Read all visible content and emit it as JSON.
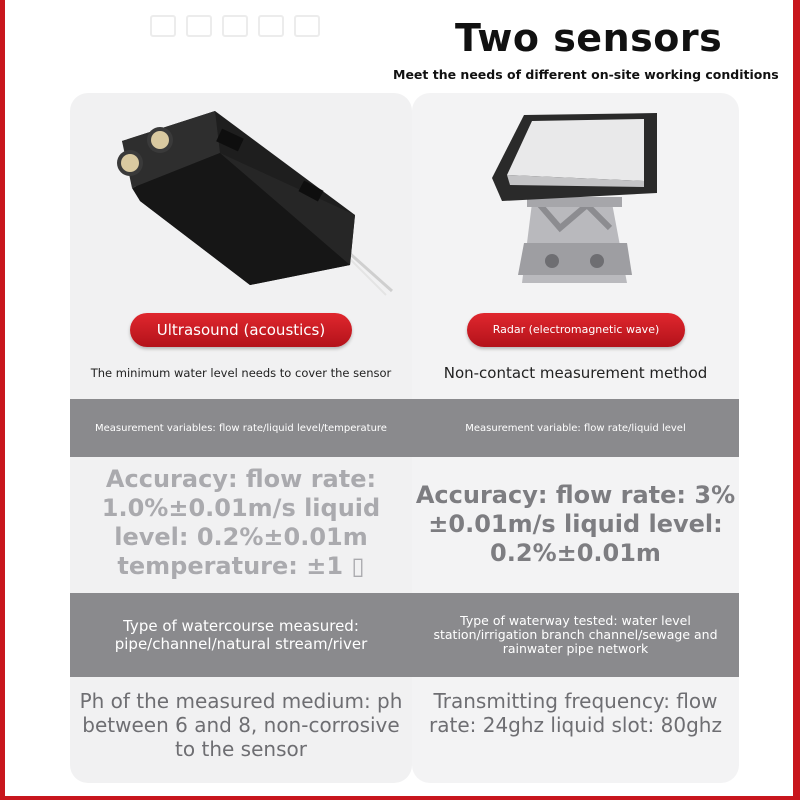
{
  "header": {
    "title": "Two sensors",
    "subtitle": "Meet the needs of different on-site working conditions"
  },
  "left": {
    "label": "Ultrasound (acoustics)",
    "caption": "The minimum water level needs to cover the sensor",
    "variables": "Measurement variables: flow rate/liquid level/temperature",
    "accuracy": "Accuracy: flow rate: 1.0%±0.01m/s liquid level: 0.2%±0.01m temperature: ±1 ▯",
    "watercourse": "Type of watercourse measured: pipe/channel/natural stream/river",
    "medium": "Ph of the measured medium: ph between 6 and 8, non-corrosive to the sensor"
  },
  "right": {
    "label": "Radar (electromagnetic wave)",
    "caption": "Non-contact measurement method",
    "variables": "Measurement variable: flow rate/liquid level",
    "accuracy": "Accuracy: flow rate: 3%±0.01m/s liquid level: 0.2%±0.01m",
    "waterway": "Type of waterway tested: water level station/irrigation branch channel/sewage and rainwater pipe network",
    "frequency": "Transmitting frequency: flow rate: 24ghz liquid slot: 80ghz"
  },
  "colors": {
    "accent_red": "#c8161d",
    "band_gray": "#8a8a8d"
  }
}
